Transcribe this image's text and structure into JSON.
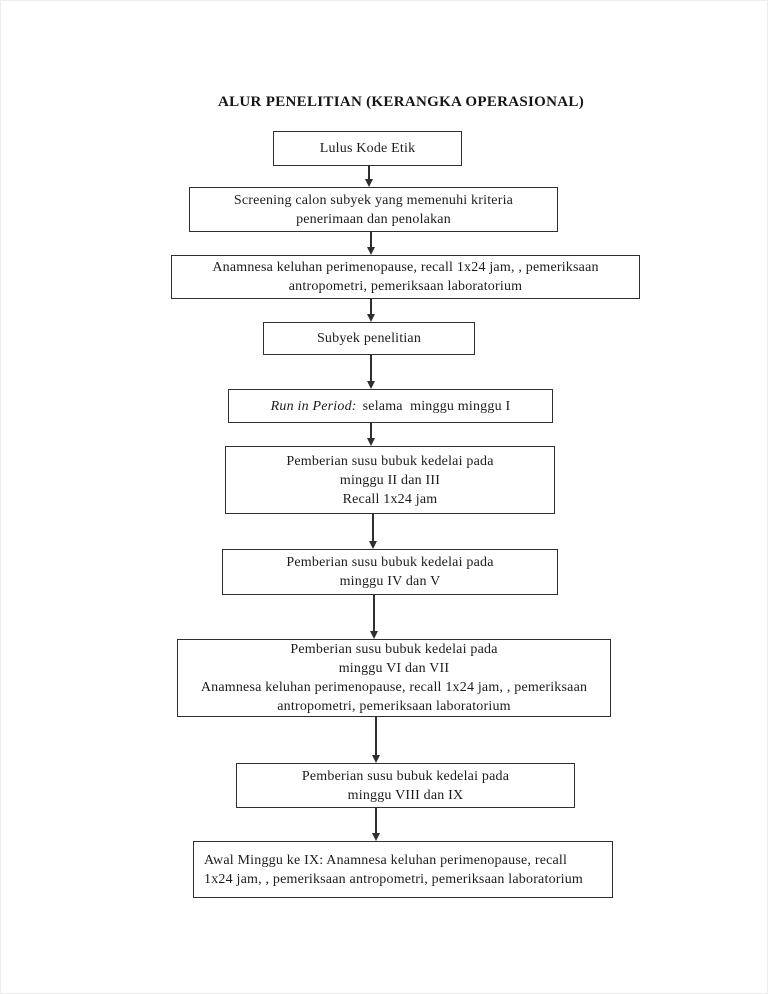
{
  "page": {
    "title": "ALUR PENELITIAN (KERANGKA OPERASIONAL)"
  },
  "colors": {
    "background": "#ffffff",
    "box_border": "#2f2f2f",
    "text": "#1c1c1c",
    "arrow": "#2f2f2f"
  },
  "flowchart": {
    "type": "flowchart",
    "direction": "top-down",
    "nodes": [
      {
        "id": "n1",
        "label": "Lulus Kode Etik"
      },
      {
        "id": "n2",
        "label": "Screening calon subyek yang memenuhi kriteria\npenerimaan dan penolakan"
      },
      {
        "id": "n3",
        "label": "Anamnesa keluhan perimenopause, recall 1x24 jam, , pemeriksaan\nantropometri, pemeriksaan laboratorium"
      },
      {
        "id": "n4",
        "label": "Subyek penelitian"
      },
      {
        "id": "n5",
        "label_italic": "Run in Period:",
        "label_rest": "selama  minggu minggu I"
      },
      {
        "id": "n6",
        "label": "Pemberian susu bubuk kedelai pada\nminggu II dan III\nRecall 1x24 jam"
      },
      {
        "id": "n7",
        "label": "Pemberian susu bubuk kedelai pada\nminggu IV dan V"
      },
      {
        "id": "n8",
        "label": "Pemberian susu bubuk kedelai pada\nminggu VI dan VII\nAnamnesa keluhan perimenopause, recall 1x24 jam, , pemeriksaan\nantropometri, pemeriksaan laboratorium"
      },
      {
        "id": "n9",
        "label": "Pemberian susu bubuk kedelai pada\nminggu VIII dan IX"
      },
      {
        "id": "n10",
        "label": "Awal Minggu ke IX: Anamnesa keluhan perimenopause, recall\n1x24 jam, , pemeriksaan antropometri, pemeriksaan laboratorium"
      }
    ],
    "edges": [
      {
        "from": "n1",
        "to": "n2"
      },
      {
        "from": "n2",
        "to": "n3"
      },
      {
        "from": "n3",
        "to": "n4"
      },
      {
        "from": "n4",
        "to": "n5"
      },
      {
        "from": "n5",
        "to": "n6"
      },
      {
        "from": "n6",
        "to": "n7"
      },
      {
        "from": "n7",
        "to": "n8"
      },
      {
        "from": "n8",
        "to": "n9"
      },
      {
        "from": "n9",
        "to": "n10"
      }
    ]
  }
}
